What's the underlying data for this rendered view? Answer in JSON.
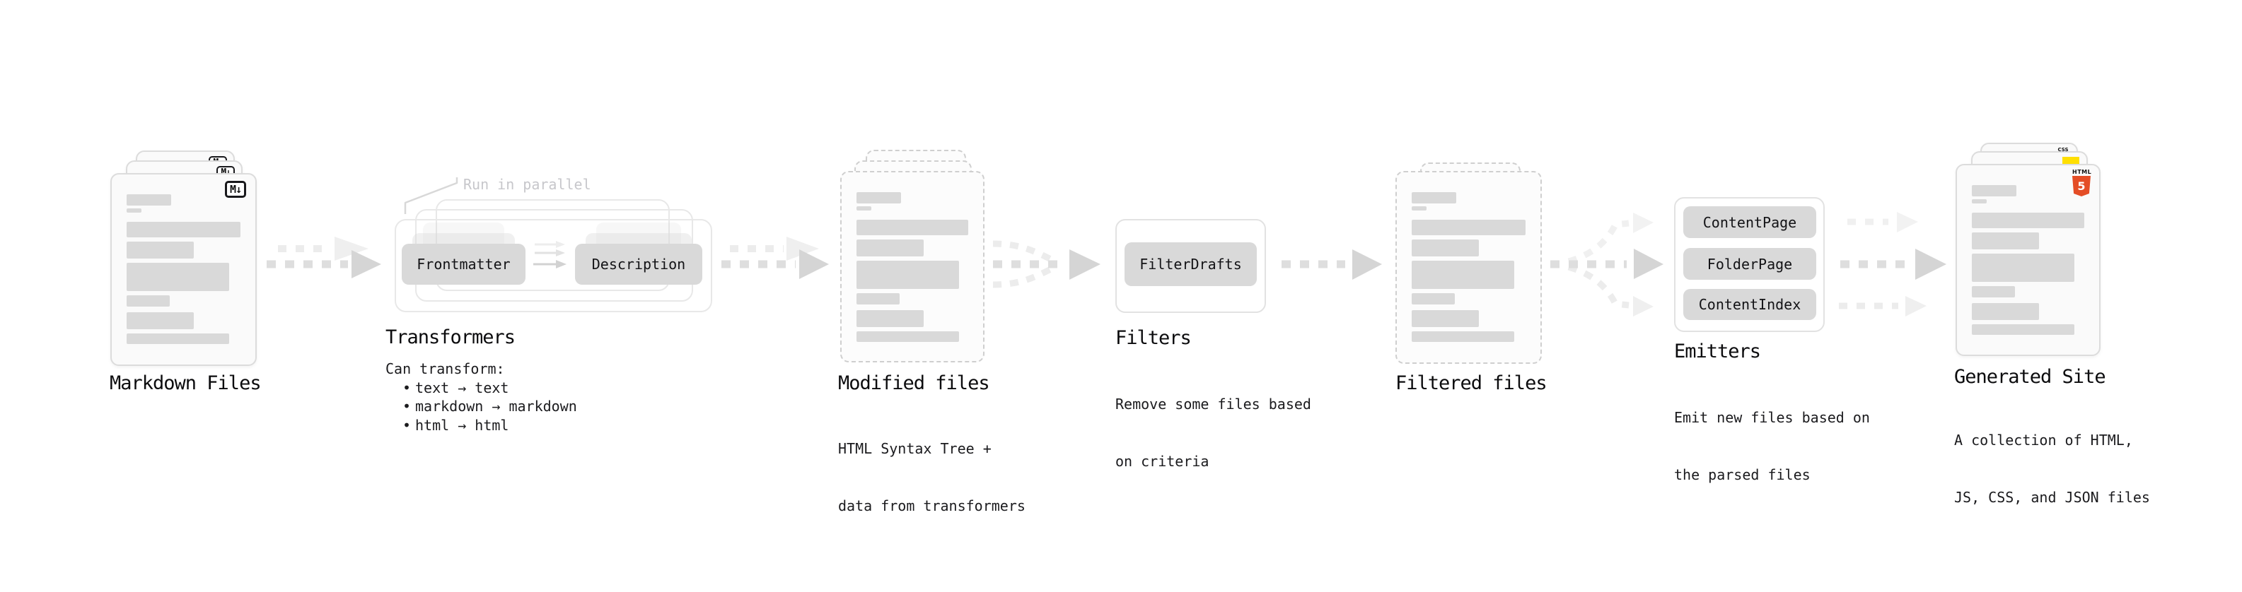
{
  "colors": {
    "background": "#ffffff",
    "card_bg": "#fafafa",
    "card_border": "#dcdcdc",
    "placeholder_bar": "#d9d9d9",
    "pill_bg": "#d9d9d9",
    "arrow_main": "#d5d5d5",
    "arrow_faint": "#efefef",
    "heading_text": "#0c0c0e",
    "note_text": "#c7c7cb",
    "html5_orange": "#e44d26",
    "js_yellow": "#ffdf00",
    "css_blue": "#2b5ce6"
  },
  "icons": {
    "markdown_badge": "M↓",
    "html5_wordmark": "HTML",
    "html5_digit": "5",
    "css_wordmark": "CSS"
  },
  "stages": {
    "markdown": {
      "title": "Markdown Files"
    },
    "transformers": {
      "title": "Transformers",
      "note": "Run in parallel",
      "pills": [
        "Frontmatter",
        "Description"
      ],
      "caption": "Can transform:",
      "bullets": [
        "text → text",
        "markdown → markdown",
        "html → html"
      ]
    },
    "modified": {
      "title": "Modified files",
      "caption_lines": [
        "HTML Syntax Tree +",
        "data from transformers"
      ]
    },
    "filters": {
      "title": "Filters",
      "pills": [
        "FilterDrafts"
      ],
      "caption_lines": [
        "Remove some files based",
        "on criteria"
      ]
    },
    "filtered": {
      "title": "Filtered files"
    },
    "emitters": {
      "title": "Emitters",
      "pills": [
        "ContentPage",
        "FolderPage",
        "ContentIndex"
      ],
      "caption_lines": [
        "Emit new files based on",
        "the parsed files"
      ]
    },
    "generated": {
      "title": "Generated Site",
      "caption_lines": [
        "A collection of HTML,",
        "JS, CSS, and JSON files"
      ]
    }
  }
}
